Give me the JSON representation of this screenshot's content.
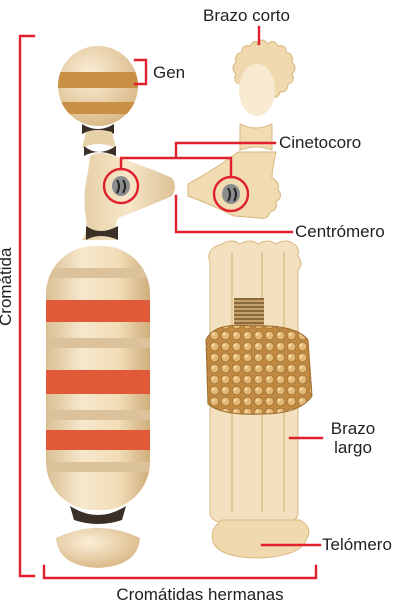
{
  "labels": {
    "brazo_corto": "Brazo corto",
    "gen": "Gen",
    "cinetocoro": "Cinetocoro",
    "centromero": "Centrómero",
    "cromatida": "Cromátida",
    "brazo_largo_line1": "Brazo",
    "brazo_largo_line2": "largo",
    "telomero": "Telómero",
    "cromatidas_hermanas": "Cromátidas hermanas"
  },
  "colors": {
    "leader": "#e0202c",
    "chromatid_cream": "#f3dfbf",
    "chromatid_tan": "#c8a06a",
    "band_orange": "#e05a3a",
    "band_gold": "#c99045",
    "constriction": "#3a3027",
    "coil": "#c9954f"
  }
}
